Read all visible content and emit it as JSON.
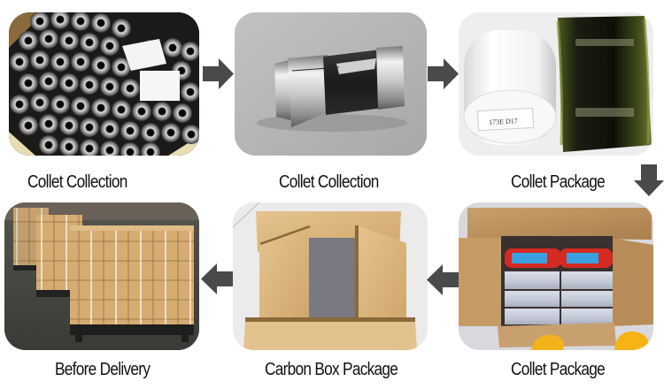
{
  "steps": [
    {
      "label": "Collet Collection",
      "image": "collets-in-crate-photo"
    },
    {
      "label": "Collet Collection",
      "image": "single-collet-photo"
    },
    {
      "label": "Collet Package",
      "image": "white-tube-and-oiled-collet-photo",
      "tube_label": "173E D17"
    },
    {
      "label": "Collet Package",
      "image": "collets-in-cardboard-box-photo"
    },
    {
      "label": "Carbon Box Package",
      "image": "empty-carton-box-photo"
    },
    {
      "label": "Before Delivery",
      "image": "palletized-cartons-warehouse-photo"
    }
  ],
  "arrows": [
    {
      "direction": "right",
      "from": 0,
      "to": 1
    },
    {
      "direction": "right",
      "from": 1,
      "to": 2
    },
    {
      "direction": "down",
      "from": 2,
      "to": 3
    },
    {
      "direction": "left",
      "from": 3,
      "to": 4
    },
    {
      "direction": "left",
      "from": 4,
      "to": 5
    }
  ],
  "colors": {
    "arrow": "#4a4a4a",
    "text": "#111111",
    "background": "#ffffff"
  }
}
